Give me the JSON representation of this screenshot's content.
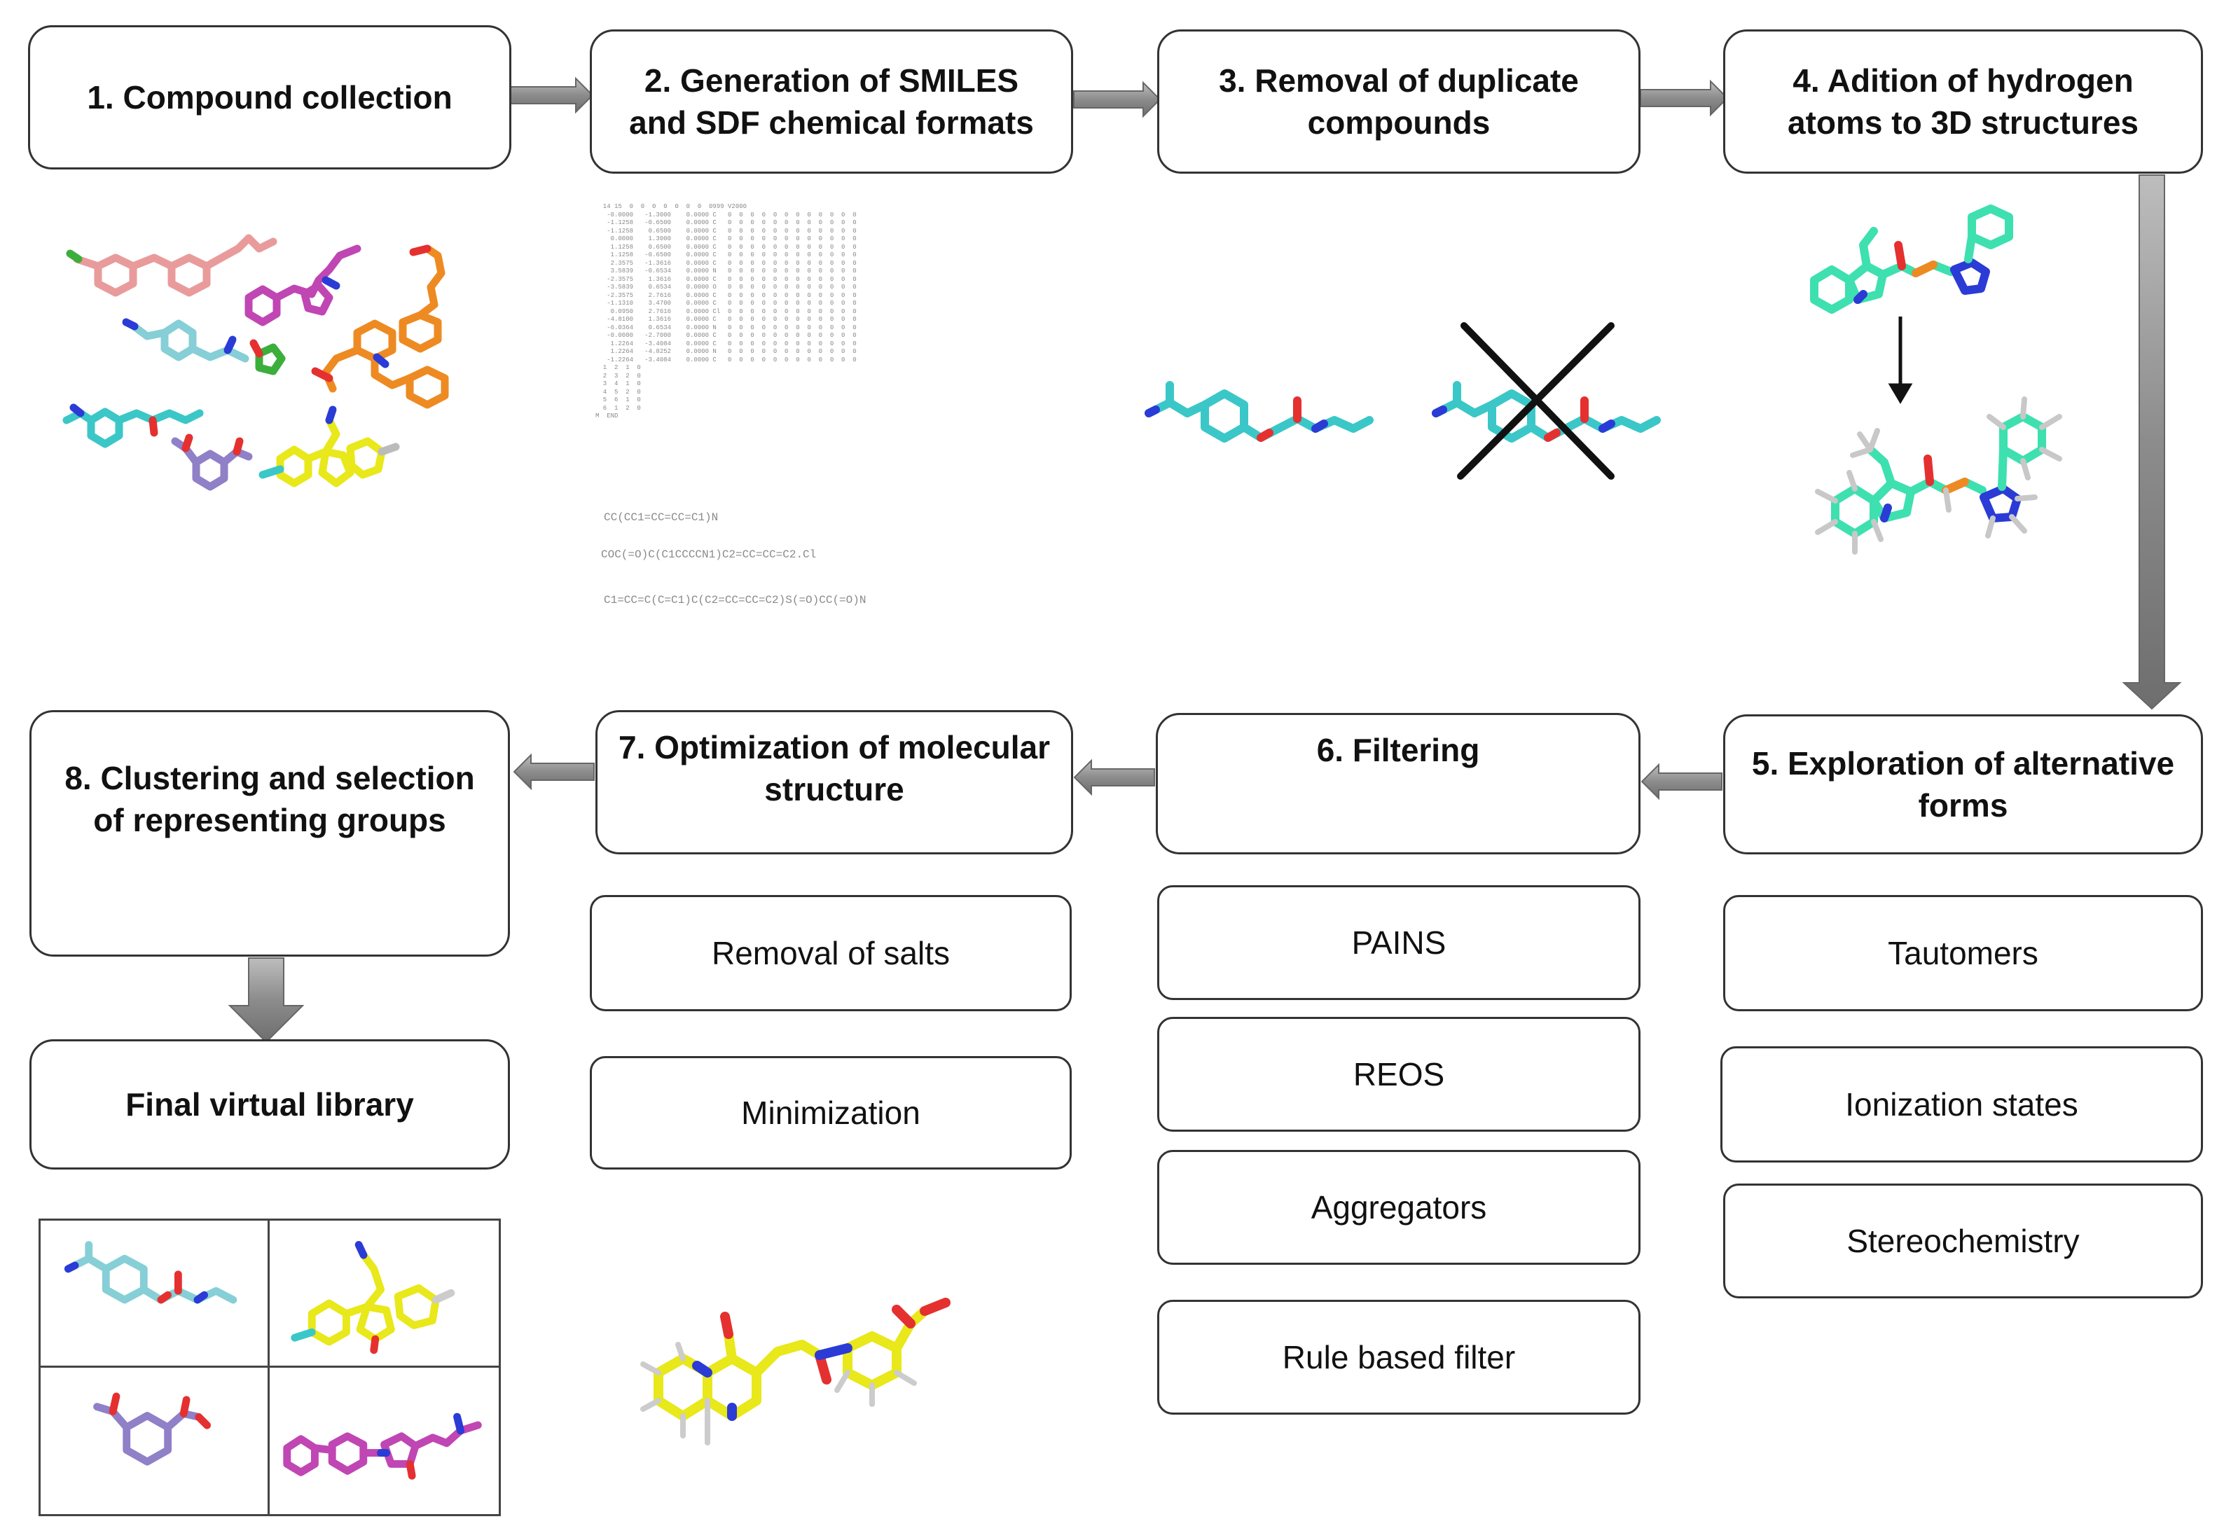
{
  "steps": {
    "s1": "1. Compound collection",
    "s2": "2. Generation of SMILES and SDF chemical formats",
    "s3": "3. Removal of duplicate compounds",
    "s4": "4. Adition of hydrogen atoms to 3D structures",
    "s5": "5. Exploration of alternative forms",
    "s6": "6. Filtering",
    "s7": "7. Optimization of molecular structure",
    "s8": "8. Clustering  and selection of representing groups"
  },
  "final": "Final virtual library",
  "substeps": {
    "s7": [
      "Removal of salts",
      "Minimization"
    ],
    "s6": [
      "PAINS",
      "REOS",
      "Aggregators",
      "Rule based filter"
    ],
    "s5": [
      "Tautomers",
      "Ionization states",
      "Stereochemistry"
    ]
  },
  "formats": {
    "sdf_text": "  14 15  0  0  0  0  0  0  0  0999 V2000\n   -0.0000   -1.3000    0.0000 C   0  0  0  0  0  0  0  0  0  0  0  0\n   -1.1258   -0.6500    0.0000 C   0  0  0  0  0  0  0  0  0  0  0  0\n   -1.1258    0.6500    0.0000 C   0  0  0  0  0  0  0  0  0  0  0  0\n    0.0000    1.3000    0.0000 C   0  0  0  0  0  0  0  0  0  0  0  0\n    1.1258    0.6500    0.0000 C   0  0  0  0  0  0  0  0  0  0  0  0\n    1.1258   -0.6500    0.0000 C   0  0  0  0  0  0  0  0  0  0  0  0\n    2.3575   -1.3616    0.0000 C   0  0  0  0  0  0  0  0  0  0  0  0\n    3.5839   -0.6534    0.0000 N   0  0  0  0  0  0  0  0  0  0  0  0\n   -2.3575    1.3616    0.0000 C   0  0  0  0  0  0  0  0  0  0  0  0\n   -3.5839    0.6534    0.0000 O   0  0  0  0  0  0  0  0  0  0  0  0\n   -2.3575    2.7616    0.0000 C   0  0  0  0  0  0  0  0  0  0  0  0\n   -1.1310    3.4700    0.0000 C   0  0  0  0  0  0  0  0  0  0  0  0\n    0.0950    2.7616    0.0000 Cl  0  0  0  0  0  0  0  0  0  0  0  0\n   -4.8100    1.3616    0.0000 C   0  0  0  0  0  0  0  0  0  0  0  0\n   -6.0364    0.6534    0.0000 N   0  0  0  0  0  0  0  0  0  0  0  0\n   -0.0000   -2.7000    0.0000 C   0  0  0  0  0  0  0  0  0  0  0  0\n    1.2264   -3.4084    0.0000 C   0  0  0  0  0  0  0  0  0  0  0  0\n    1.2264   -4.8252    0.0000 N   0  0  0  0  0  0  0  0  0  0  0  0\n   -1.2264   -3.4084    0.0000 C   0  0  0  0  0  0  0  0  0  0  0  0\n  1  2  1  0\n  2  3  2  0\n  3  4  1  0\n  4  5  2  0\n  5  6  1  0\n  6  1  2  0\nM  END",
    "smiles": [
      "CC(CC1=CC=CC=C1)N",
      "COC(=O)C(C1CCCCN1)C2=CC=CC=C2.Cl",
      "C1=CC=C(C=C1)C(C2=CC=CC=C2)S(=O)CC(=O)N"
    ]
  },
  "colors": {
    "arrow": "#8c8c8c",
    "teal": "#3bc7c7",
    "mint": "#3ee0b0",
    "yellow": "#e8e81a",
    "blue": "#2b3bd6",
    "red": "#e53030",
    "orange": "#ee8a22",
    "purple": "#8f80c8",
    "magenta": "#c046b4",
    "salmon": "#e99b9b",
    "green": "#3cae3c",
    "lightblue": "#86cfd6"
  }
}
